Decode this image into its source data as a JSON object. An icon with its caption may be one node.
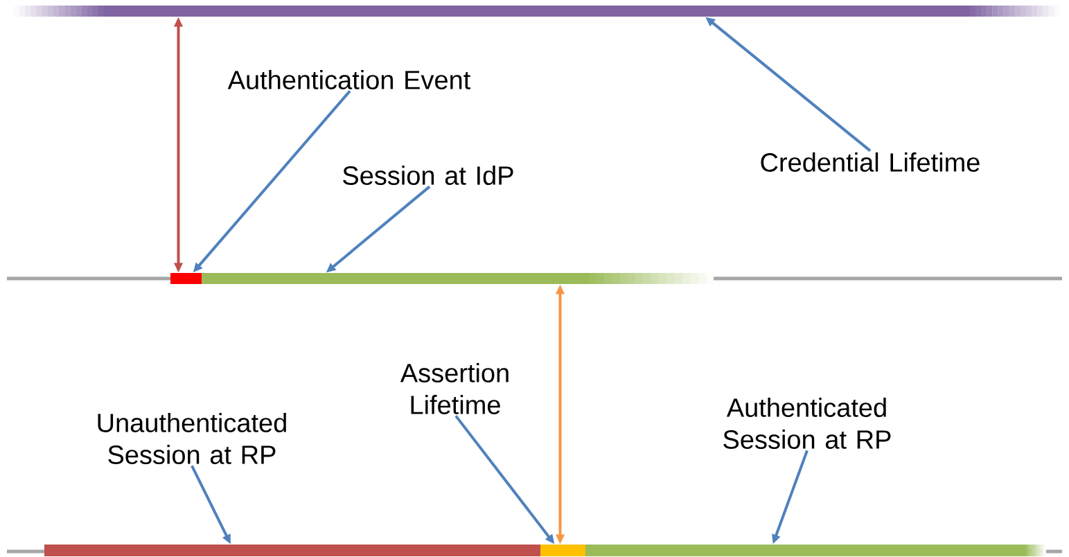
{
  "diagram": {
    "nodes": [
      {
        "text": [
          "Authentication Event"
        ]
      },
      {
        "text": [
          "Session at IdP"
        ]
      },
      {
        "text": [
          "Credential Lifetime"
        ]
      },
      {
        "text": [
          "Unauthenticated Session at RP"
        ]
      },
      {
        "text": [
          "Assertion Lifetime"
        ]
      },
      {
        "text": [
          "Authenticated Session at RP"
        ]
      },
      {
        "text": [],
        "shape": "bar"
      },
      {
        "text": [],
        "shape": "bar"
      },
      {
        "text": [],
        "shape": "bar"
      },
      {
        "text": [],
        "shape": "bar"
      },
      {
        "text": [],
        "shape": "bar"
      },
      {
        "text": [],
        "shape": "bar"
      }
    ],
    "edges": [
      {
        "from": 6,
        "to": 7,
        "arrow": "both",
        "color": "#c0504d"
      },
      {
        "from": 0,
        "to": 7,
        "arrow": "to"
      },
      {
        "from": 1,
        "to": 8,
        "arrow": "to"
      },
      {
        "from": 2,
        "to": 6,
        "arrow": "to"
      },
      {
        "from": 8,
        "to": 10,
        "arrow": "both",
        "color": "#f79646"
      },
      {
        "from": 3,
        "to": 9,
        "arrow": "to"
      },
      {
        "from": 4,
        "to": 10,
        "arrow": "to"
      },
      {
        "from": 5,
        "to": 11,
        "arrow": "to"
      }
    ]
  }
}
